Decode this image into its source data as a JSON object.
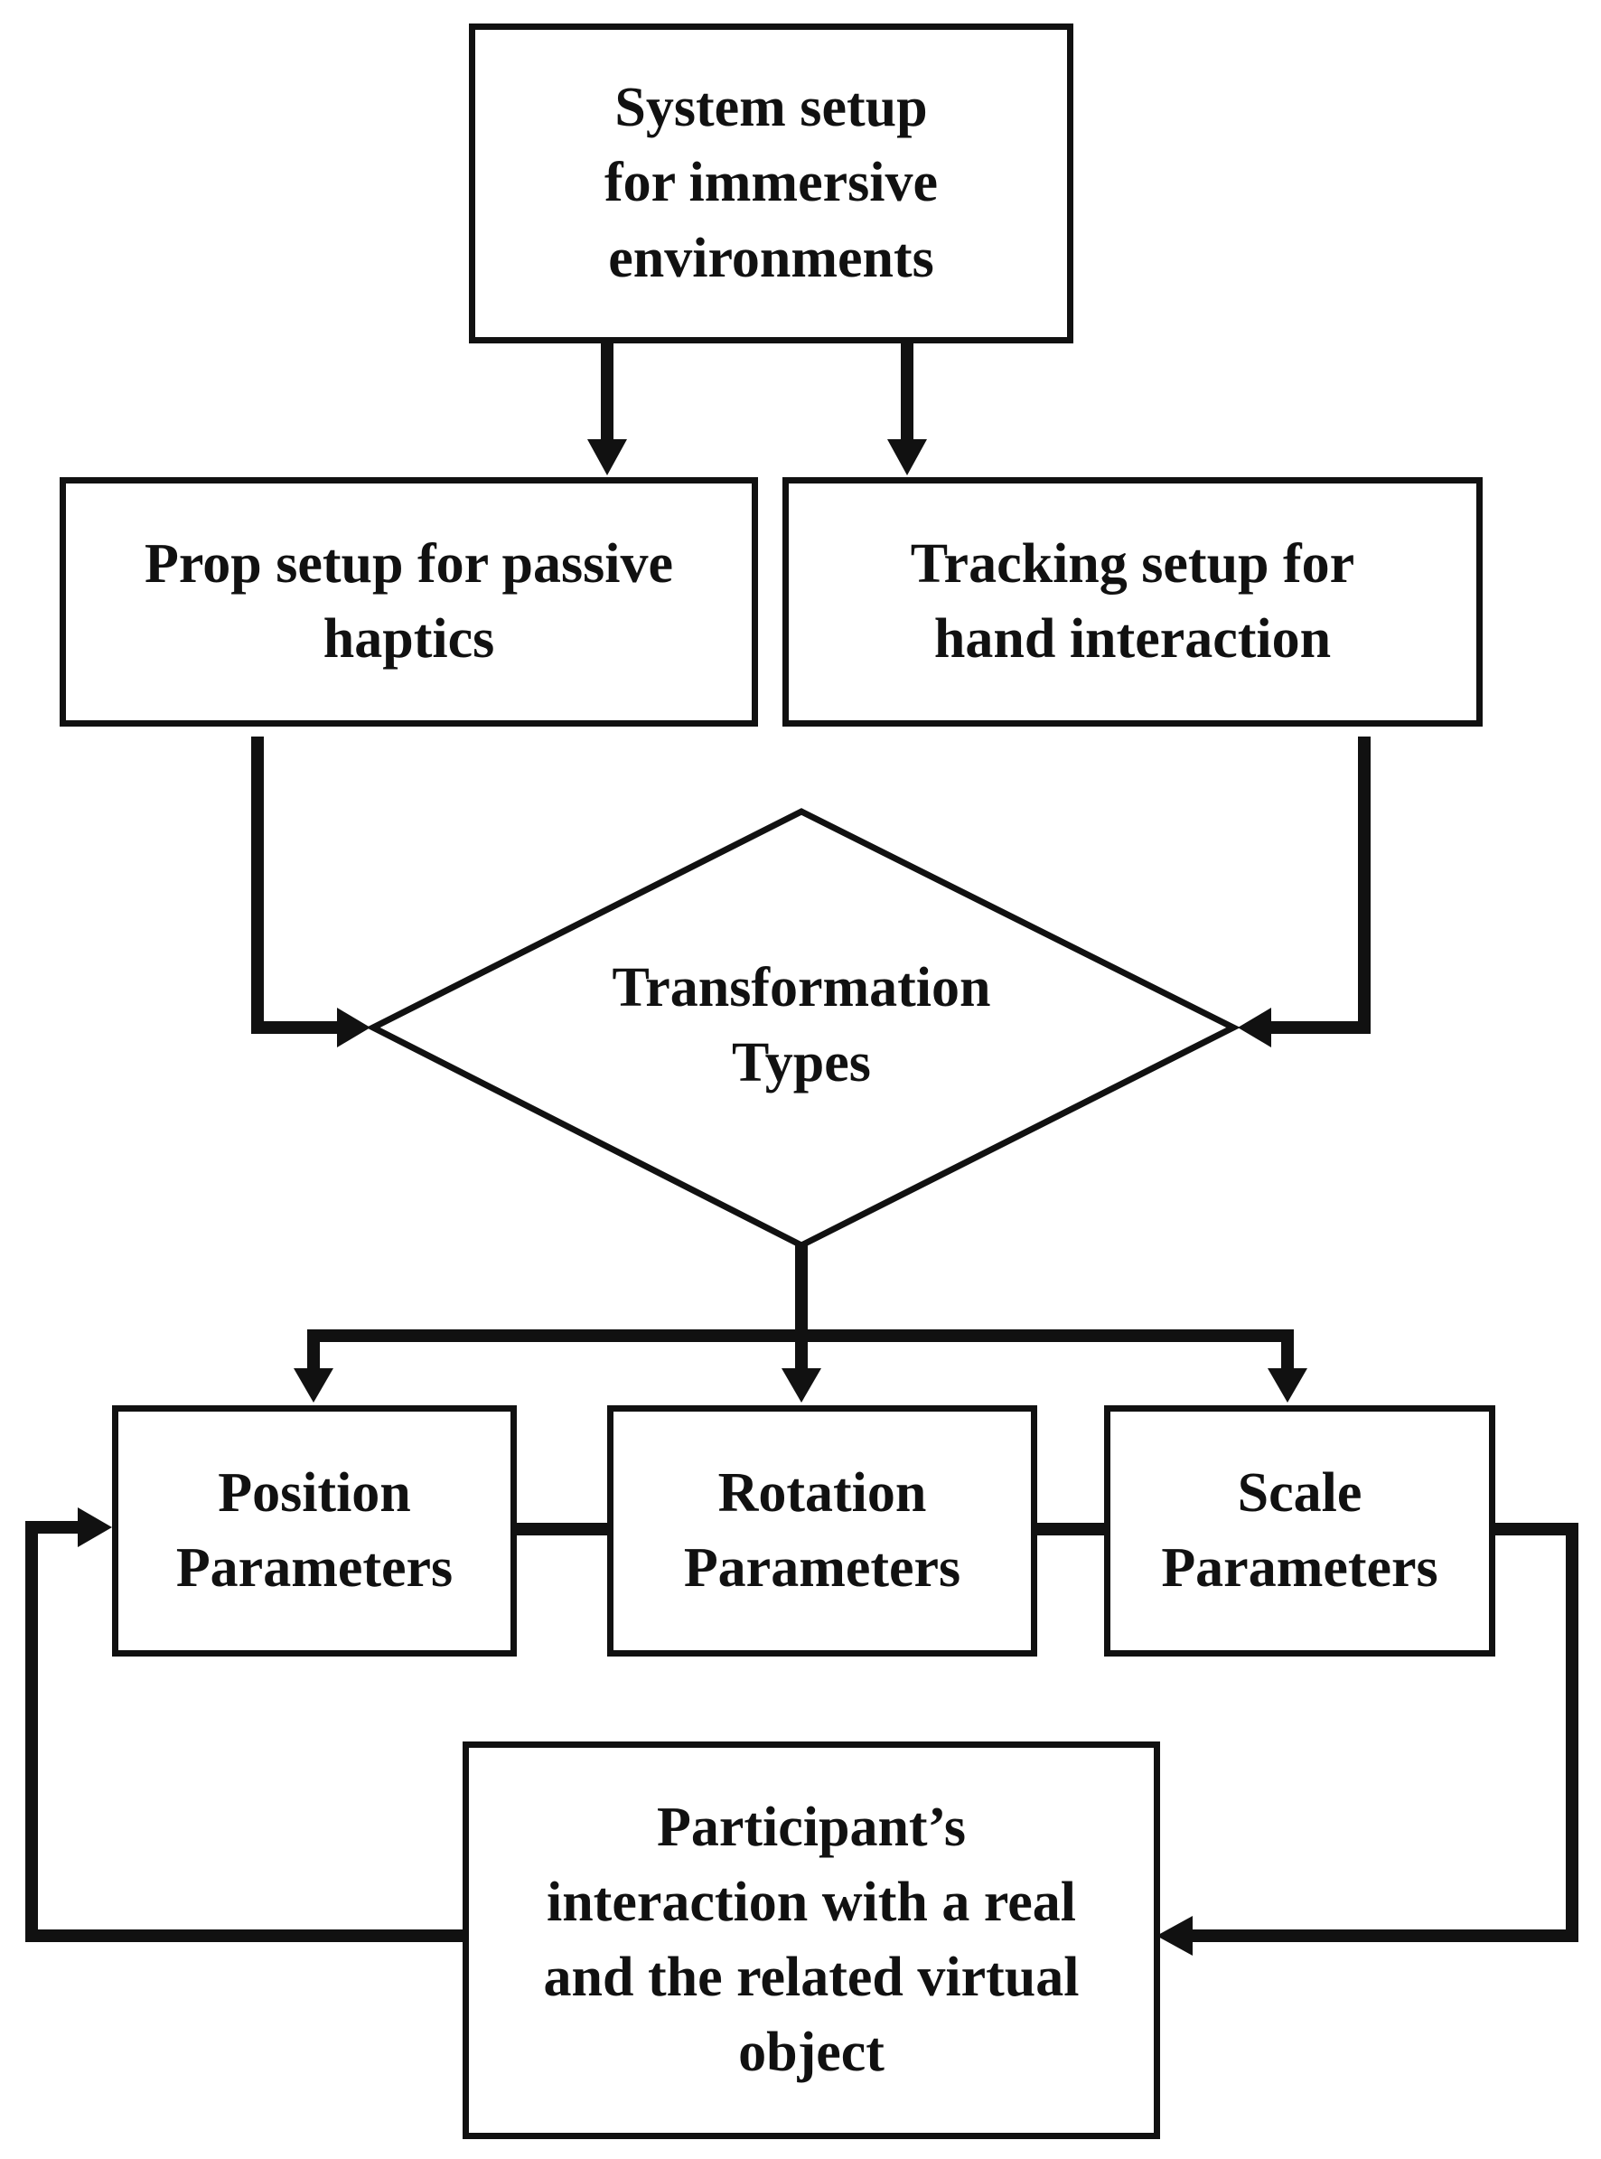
{
  "diagram": {
    "colors": {
      "stroke": "#111111",
      "background": "#ffffff",
      "text": "#111111"
    },
    "nodes": {
      "system_setup": {
        "label": "System setup\nfor immersive\nenvironments"
      },
      "prop_setup": {
        "label": "Prop setup for passive\nhaptics"
      },
      "tracking_setup": {
        "label": "Tracking setup for\nhand interaction"
      },
      "transformation_types": {
        "label": "Transformation\nTypes"
      },
      "position_parameters": {
        "label": "Position\nParameters"
      },
      "rotation_parameters": {
        "label": "Rotation\nParameters"
      },
      "scale_parameters": {
        "label": "Scale\nParameters"
      },
      "participant_interaction": {
        "label": "Participant’s\ninteraction with a real\nand the related virtual\nobject"
      }
    }
  }
}
